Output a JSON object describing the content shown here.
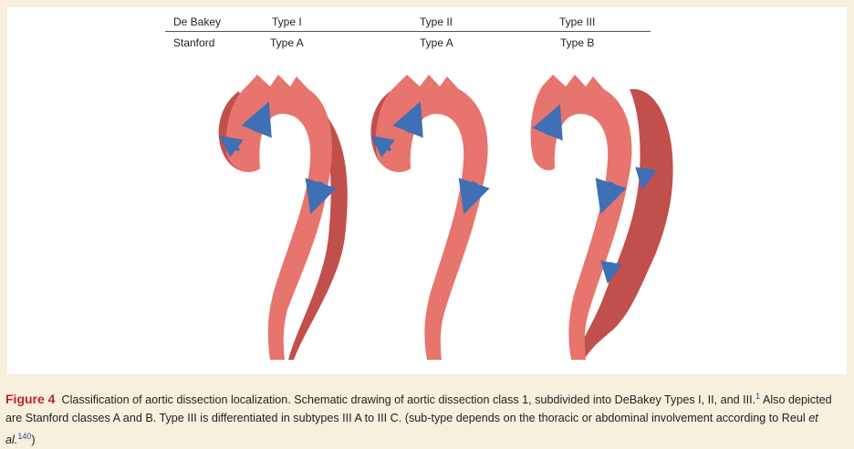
{
  "table_header": {
    "row1_label": "De Bakey",
    "row2_label": "Stanford",
    "columns": [
      {
        "debakey": "Type I",
        "stanford": "Type A"
      },
      {
        "debakey": "Type II",
        "stanford": "Type A"
      },
      {
        "debakey": "Type III",
        "stanford": "Type B"
      }
    ]
  },
  "caption": {
    "figure_label": "Figure 4",
    "text_1": "Classification of aortic dissection localization. Schematic drawing of aortic dissection class 1, subdivided into DeBakey Types I, II, and III.",
    "ref_1": "1",
    "text_2": " Also depicted are Stanford classes A and B. Type III is differentiated in subtypes III A to III C. (sub-type depends on the thoracic or abdominal involvement according to Reul ",
    "et_al": "et al.",
    "ref_2": "140",
    "text_3": ")"
  },
  "colors": {
    "background": "#f6f0dc",
    "true_lumen": "#e7746d",
    "false_lumen": "#c1504c",
    "arrow": "#3f6fb5",
    "figure_label": "#c0242c"
  }
}
